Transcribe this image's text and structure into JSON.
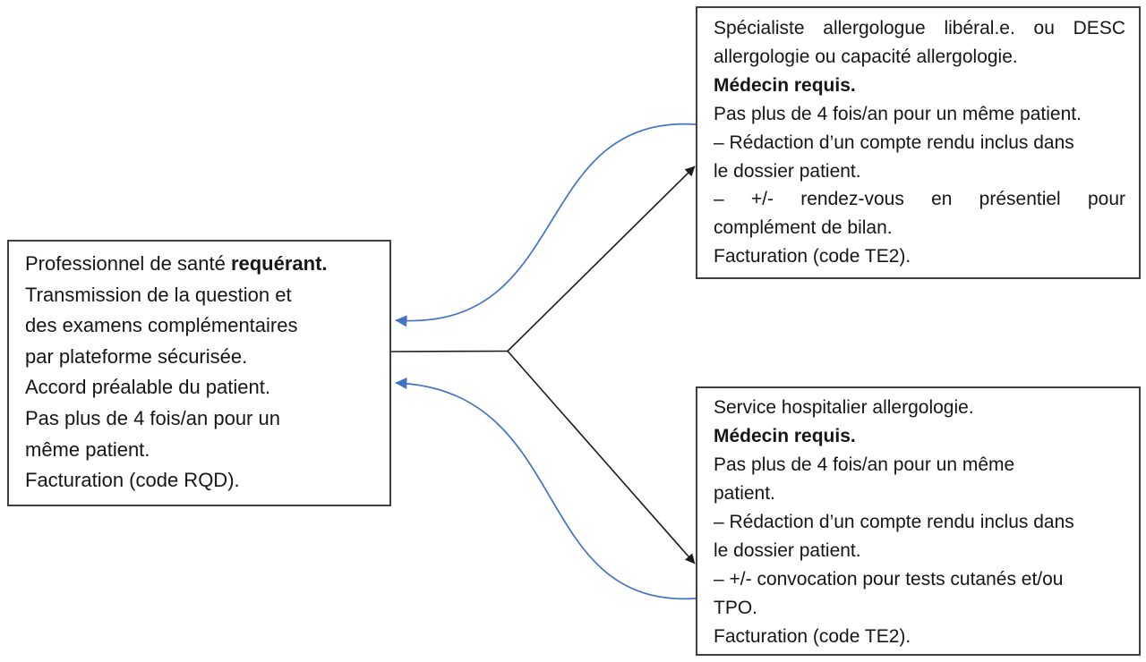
{
  "colors": {
    "arrow_blue": "#4472c4",
    "arrow_black": "#1b1b1b",
    "box_border": "#404040",
    "text": "#161616",
    "background": "#ffffff"
  },
  "boxes": {
    "requester": {
      "line1_normal": "Professionnel de santé ",
      "line1_bold": "requérant.",
      "line2": "Transmission de la question et",
      "line3": "des examens complémentaires",
      "line4": "par plateforme sécurisée.",
      "line5": "Accord préalable du patient.",
      "line6": "Pas plus de 4 fois/an pour un",
      "line7": "même patient.",
      "line8": "Facturation (code RQD)."
    },
    "specialist": {
      "line1": "Spécialiste allergologue libéral.e. ou DESC",
      "line2": "allergologie ou capacité allergologie.",
      "line3": "Médecin requis.",
      "line4": "Pas plus de 4 fois/an pour un même patient.",
      "line5": "– Rédaction d’un compte rendu inclus dans",
      "line6": "le dossier patient.",
      "line7": "– +/- rendez-vous en présentiel pour",
      "line8": "complément de bilan.",
      "line9": "Facturation (code TE2)."
    },
    "hospital": {
      "line1": "Service hospitalier allergologie.",
      "line2": "Médecin requis.",
      "line3": "Pas plus de 4 fois/an pour un même",
      "line4": "patient.",
      "line5": "– Rédaction d’un compte rendu inclus dans",
      "line6": "le dossier patient.",
      "line7": "– +/- convocation pour tests cutanés et/ou",
      "line8": "TPO.",
      "line9": "Facturation (code TE2)."
    }
  }
}
